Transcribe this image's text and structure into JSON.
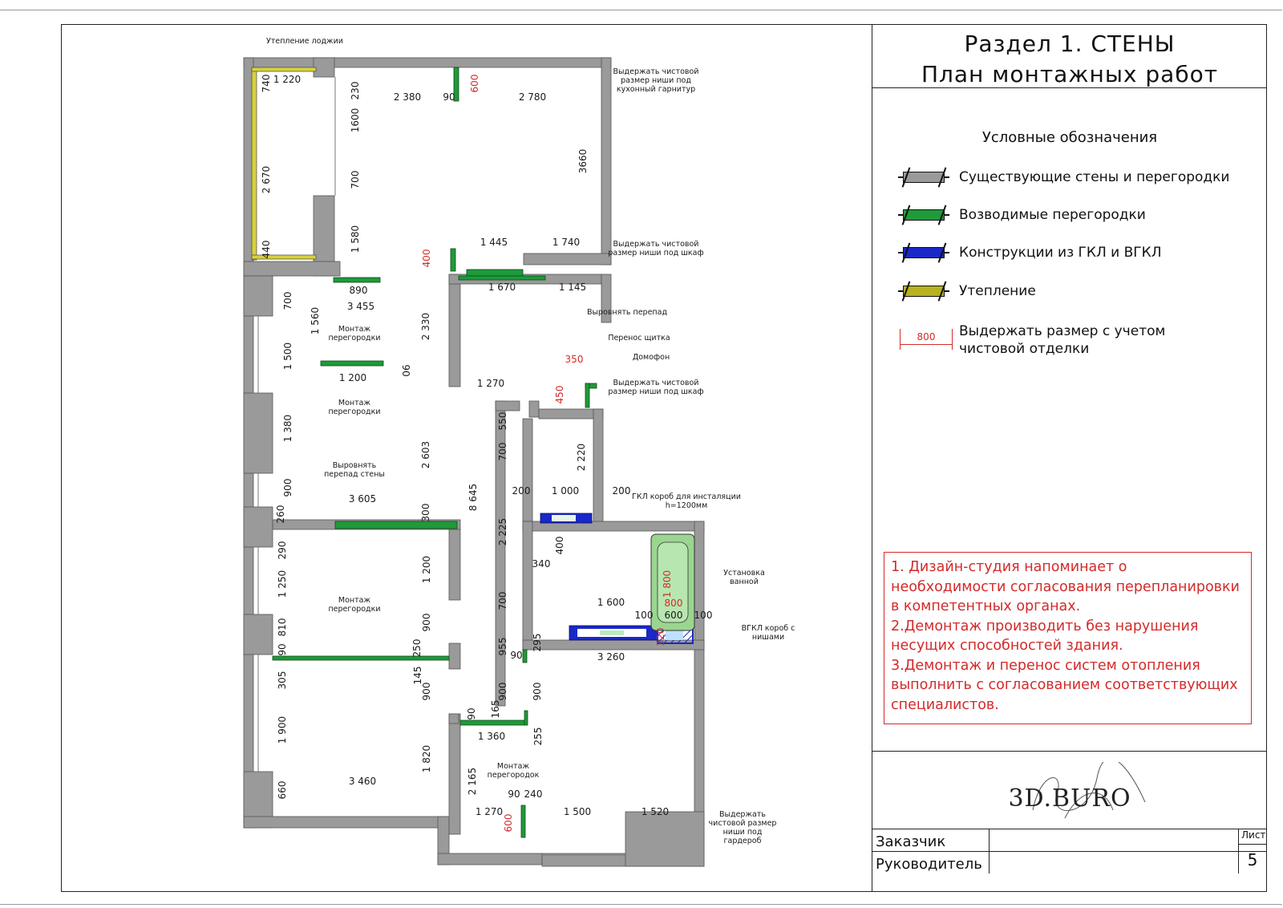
{
  "title": {
    "line1": "Раздел 1. СТЕНЫ",
    "line2": "План монтажных работ"
  },
  "legend": {
    "heading": "Условные обозначения",
    "items": [
      {
        "label": "Существующие стены и перегородки",
        "color": "#9a9a9a"
      },
      {
        "label": "Возводимые перегородки",
        "color": "#1f9a3a"
      },
      {
        "label": "Конструкции из ГКЛ и ВГКЛ",
        "color": "#1a28c8"
      },
      {
        "label": "Утепление",
        "color": "#b8b21e"
      }
    ],
    "dimension_sample": "800",
    "dimension_label": "Выдержать размер с учетом чистовой отделки",
    "dimension_color": "#d42a2a"
  },
  "notes": [
    "1. Дизайн-студия напоминает о необходимости согласования перепланировки в компетентных органах.",
    "2.Демонтаж производить без нарушения несущих способностей здания.",
    "3.Демонтаж и перенос систем отопления выполнить с согласованием соответствующих специалистов."
  ],
  "logo": "3D.BURO",
  "stamp": {
    "customer_label": "Заказчик",
    "manager_label": "Руководитель",
    "sheet_label": "Лист",
    "sheet_number": "5"
  },
  "plan": {
    "dimensions": [
      "1 220",
      "740",
      "2 670",
      "440",
      "230",
      "1600",
      "700",
      "1 580",
      "2 380",
      "90",
      "600",
      "2 780",
      "3660",
      "1 445",
      "1 740",
      "400",
      "1 670",
      "1 145",
      "890",
      "3 455",
      "700",
      "1 560",
      "1 500",
      "2 330",
      "1 200",
      "90",
      "1 380",
      "2 603",
      "1 270",
      "350",
      "450",
      "550",
      "700",
      "2 220",
      "900",
      "260",
      "3 605",
      "200",
      "1 000",
      "200",
      "300",
      "8 645",
      "2 225",
      "400",
      "340",
      "290",
      "1 250",
      "1 200",
      "700",
      "1 600",
      "1 800",
      "800",
      "100",
      "600",
      "100",
      "320",
      "810",
      "90",
      "900",
      "250",
      "955",
      "295",
      "90",
      "3 260",
      "305",
      "145",
      "900",
      "900",
      "900",
      "165",
      "90",
      "255",
      "1 900",
      "1 360",
      "1 820",
      "2 165",
      "660",
      "3 460",
      "90",
      "240",
      "1 270",
      "600",
      "1 500",
      "1 520"
    ],
    "callouts": [
      "Утепление лоджии",
      "Выдержать чистовой размер ниши под кухонный гарнитур",
      "Выдержать чистовой размер ниши под шкаф",
      "Выровнять перепад",
      "Перенос щитка",
      "Домофон",
      "Выдержать чистовой размер ниши под шкаф",
      "Монтаж перегородки",
      "Монтаж перегородки",
      "Выровнять перепад стены",
      "ГКЛ короб для инсталяции h=1200мм",
      "Установка ванной",
      "ВГКЛ короб с нишами",
      "Монтаж перегородки",
      "Монтаж перегородок",
      "Выдержать чистовой размер ниши под гардероб"
    ]
  }
}
